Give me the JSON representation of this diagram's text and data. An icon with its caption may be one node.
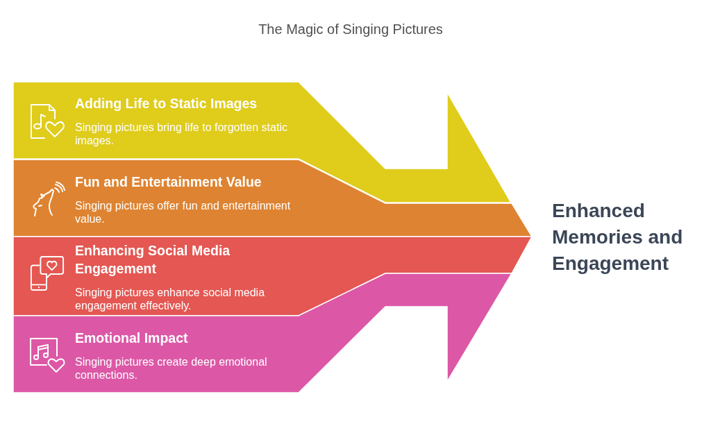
{
  "diagram": {
    "title": "The Magic of Singing Pictures",
    "nodes": [
      {
        "text": [
          "Adding Life to Static Images",
          "Singing pictures bring life to forgotten static images."
        ]
      },
      {
        "text": [
          "Fun and Entertainment Value",
          "Singing pictures offer fun and entertainment value."
        ]
      },
      {
        "text": [
          "Enhancing Social Media Engagement",
          "Singing pictures enhance social media engagement effectively."
        ]
      },
      {
        "text": [
          "Emotional Impact",
          "Singing pictures create deep emotional connections."
        ]
      }
    ],
    "labels": [
      "Enhanced Memories and Engagement"
    ]
  }
}
